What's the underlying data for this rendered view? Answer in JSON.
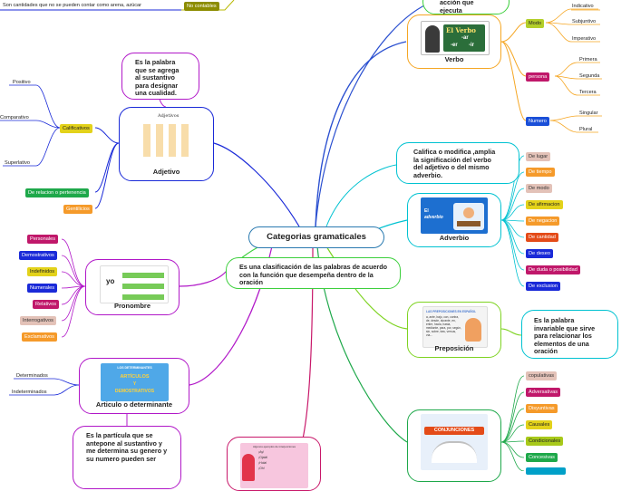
{
  "central": {
    "label": "Categorias gramaticales"
  },
  "top_fragment": {
    "text": "Son cantidades que no se pueden contar como arena, azúcar",
    "tag": "No contables"
  },
  "top_cut_node": {
    "text": "acción que ejecuta"
  },
  "definition": {
    "text": "Es una clasificación de las palabras de acuerdo con la función que desempeña dentro de la oración"
  },
  "verbo": {
    "caption": "Verbo",
    "image_text": {
      "title": "El Verbo",
      "e1": "-ar",
      "e2": "-er",
      "e3": "-ir"
    },
    "modo": {
      "label": "Modo",
      "items": [
        "Indicativo",
        "Subjuntivo",
        "Imperativo"
      ]
    },
    "persona": {
      "label": "persona",
      "items": [
        "Primera",
        "Segunda",
        "Tercera"
      ]
    },
    "numero": {
      "label": "Numero",
      "items": [
        "Singular",
        "Plural"
      ]
    }
  },
  "adverbio": {
    "caption": "Adverbio",
    "image_text": {
      "l1": "El",
      "l2": "adverbio"
    },
    "definition": "Califica o modifica ,amplia la significación del verbo del adjetivo o del mismo adverbio.",
    "items": [
      "De lugar",
      "De tiempo",
      "De modo",
      "De afirmacion",
      "De negacion",
      "De cantidad",
      "De deseo",
      "De duda o posibilidad",
      "De exclusion"
    ]
  },
  "preposicion": {
    "caption": "Preposición",
    "image_text": {
      "title": "LAS PREPOSICIONES EN ESPAÑOL",
      "body": "a, ante, bajo, con, contra, de, desde, durante, en, entre, hacia, hasta, mediante, para, por, según, sin, sobre, tras, versus, vía..."
    },
    "definition": "Es la palabra invariable que sirve para relacionar los elementos de una oración"
  },
  "conjuncion": {
    "image_text": {
      "title": "CONJUNCIONES"
    },
    "items": [
      "copulativas",
      "Adversativas",
      "Disyuntivas",
      "Causales",
      "Condicionales",
      "Concesivas"
    ]
  },
  "adjetivo": {
    "caption": "Adjetivo",
    "image_text": {
      "title": "Adjetivos"
    },
    "definition": "Es la palabra que se agrega al sustantivo para designar una cualidad.",
    "calificativos": {
      "label": "Calificativos",
      "items": [
        "Positivo",
        "Comparativo",
        "Superlativo"
      ]
    },
    "others": [
      "De relacion o pertenencia",
      "Gentilicios"
    ]
  },
  "pronombre": {
    "caption": "Pronombre",
    "image_text": {
      "word": "yo"
    },
    "items": [
      "Personales",
      "Demostrativos",
      "Indefinidos",
      "Numerales",
      "Relativos",
      "Interrogativos",
      "Exclamativos"
    ]
  },
  "articulo": {
    "caption": "Articulo o determinante",
    "image_text": {
      "l1": "LOS DETERMINANTES",
      "l2": "ARTÍCULOS",
      "l3": "Y",
      "l4": "DEMOSTRATIVOS"
    },
    "items": [
      "Determinados",
      "Indeterminados"
    ],
    "definition": "Es la partícula que se antepone al sustantivo y me determina su genero y su numero pueden ser"
  },
  "interjeccion": {
    "image_text": {
      "title": "Algunos ejemplos de interjecciones",
      "lines": [
        "¡Ay!",
        "¡Ojalá!",
        "¡Hola!",
        "¡Oh!"
      ]
    }
  },
  "colors": {
    "verbo": "#f5a623",
    "adverbio": "#00c2d1",
    "preposicion": "#7ed321",
    "adjetivo": "#1a2ad8",
    "pronombre": "#b118c8",
    "articulo": "#b118c8",
    "definition": "#3dcf3d",
    "central": "#2a7ab0"
  }
}
